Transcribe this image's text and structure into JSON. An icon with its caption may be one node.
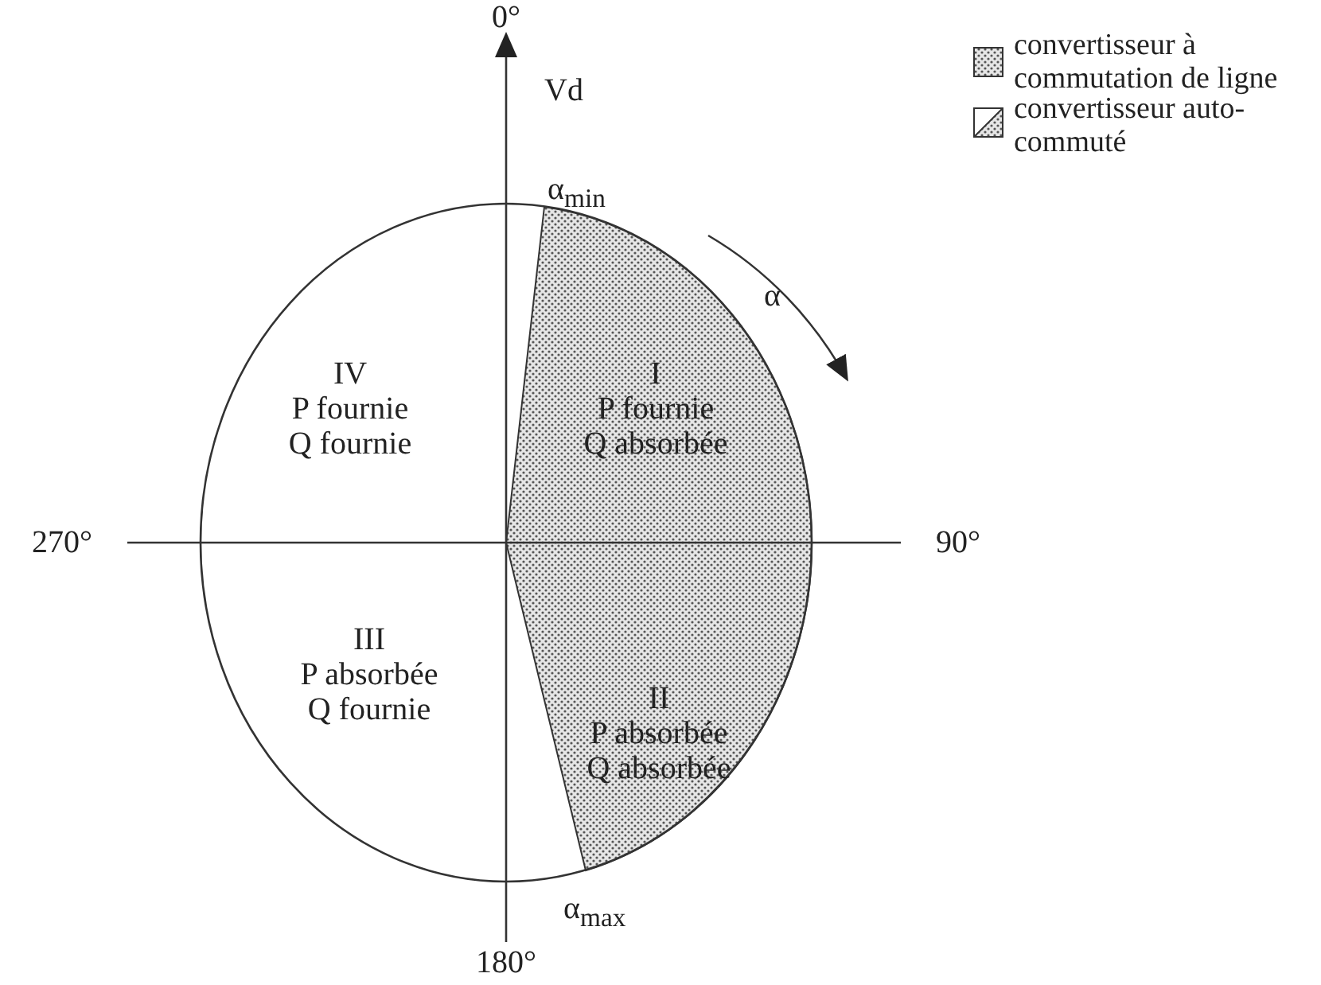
{
  "diagram": {
    "labels": [
      "0°",
      "Vd",
      "α$_{min}$",
      "α",
      "IV",
      "P  fournie",
      "Q fournie",
      "I",
      "P  fournie",
      "Q absorbée",
      "270°",
      "90°",
      "III",
      "P  absorbée",
      "Q fournie",
      "II",
      "P  absorbée",
      "Q absorbée",
      "α$_{max}$",
      "180°"
    ],
    "legend": [
      {
        "text": "convertisseur à commutation de ligne"
      },
      {
        "text": "convertisseur auto-commuté"
      }
    ]
  }
}
